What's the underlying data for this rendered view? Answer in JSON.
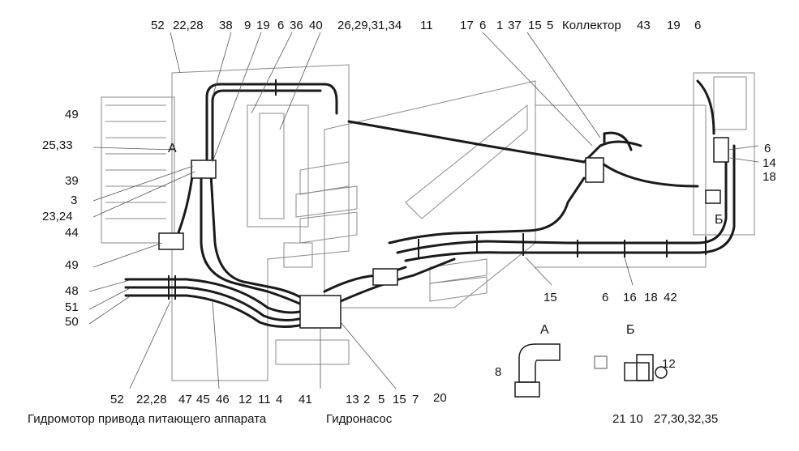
{
  "diagram": {
    "top_labels": [
      "52",
      "22,28",
      "38",
      "9",
      "19",
      "6",
      "36",
      "40",
      "26,29,31,34",
      "11",
      "17",
      "6",
      "1",
      "37",
      "15",
      "5",
      "Коллектор",
      "43",
      "19",
      "6"
    ],
    "left_labels": [
      "49",
      "25,33",
      "39",
      "3",
      "23,24",
      "44",
      "49",
      "48",
      "51",
      "50"
    ],
    "right_labels": [
      "6",
      "14",
      "18"
    ],
    "middle_labels": [
      "15",
      "6",
      "16",
      "18",
      "42"
    ],
    "bottom_labels": [
      "52",
      "22,28",
      "47",
      "45",
      "46",
      "12",
      "11",
      "4",
      "41",
      "13",
      "2",
      "5",
      "15",
      "7",
      "20"
    ],
    "view_letters": {
      "a_main": "А",
      "b_main": "Б",
      "a_detail": "А",
      "b_detail": "Б"
    },
    "detail_labels": {
      "a_8": "8",
      "b_12": "12",
      "b_21": "21",
      "b_10": "10",
      "b_27": "27,30,32,35"
    },
    "captions": {
      "motor": "Гидромотор привода питающего аппарата",
      "pump": "Гидронасос"
    },
    "colors": {
      "ink": "#111111",
      "machine_line": "#8a8a8a",
      "hose": "#1a1a1a"
    }
  }
}
